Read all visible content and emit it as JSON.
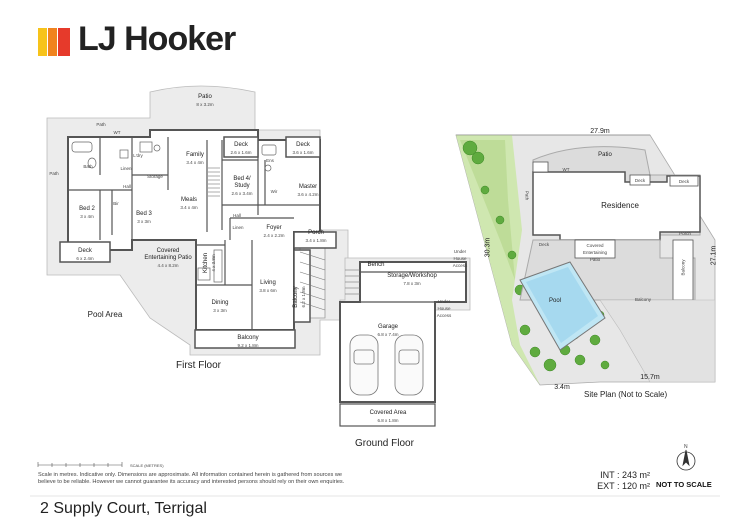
{
  "brand": {
    "name": "LJ Hooker",
    "colors": [
      "#f7c31a",
      "#f0831e",
      "#e63a2b",
      "#222222"
    ]
  },
  "property": {
    "address": "2 Supply Court, Terrigal"
  },
  "floors": {
    "first_floor": {
      "title": "First Floor",
      "rooms": [
        {
          "key": "patio",
          "name": "Patio",
          "dims": "8 x 3.2m"
        },
        {
          "key": "path_top",
          "name": "Path",
          "dims": ""
        },
        {
          "key": "wt",
          "name": "WT",
          "dims": ""
        },
        {
          "key": "family",
          "name": "Family",
          "dims": "3.4 x 4m"
        },
        {
          "key": "deck1",
          "name": "Deck",
          "dims": "2.6 x 1.6m"
        },
        {
          "key": "deck2",
          "name": "Deck",
          "dims": "3.6 x 1.6m"
        },
        {
          "key": "ens",
          "name": "Ens",
          "dims": ""
        },
        {
          "key": "wir",
          "name": "Wir",
          "dims": ""
        },
        {
          "key": "master",
          "name": "Master",
          "dims": "3.6 x 4.2m"
        },
        {
          "key": "bed4",
          "name": "Bed 4/ Study",
          "dims": "2.6 x 3.4m"
        },
        {
          "key": "meals",
          "name": "Meals",
          "dims": "3.4 x 4m"
        },
        {
          "key": "bath",
          "name": "Bath",
          "dims": ""
        },
        {
          "key": "ldry",
          "name": "L'dry",
          "dims": ""
        },
        {
          "key": "storage",
          "name": "Storage",
          "dims": ""
        },
        {
          "key": "linen",
          "name": "Linen",
          "dims": ""
        },
        {
          "key": "hall1",
          "name": "Hall",
          "dims": ""
        },
        {
          "key": "hall2",
          "name": "Hall",
          "dims": ""
        },
        {
          "key": "bed2",
          "name": "Bed 2",
          "dims": "3 x 4m"
        },
        {
          "key": "bed3",
          "name": "Bed 3",
          "dims": "3 x 3m"
        },
        {
          "key": "bir",
          "name": "Bir",
          "dims": ""
        },
        {
          "key": "path_side",
          "name": "Path",
          "dims": ""
        },
        {
          "key": "deck3",
          "name": "Deck",
          "dims": "6 x 2.4m"
        },
        {
          "key": "covered_patio",
          "name": "Covered Entertaining Patio",
          "dims": "4.4 x 8.2m"
        },
        {
          "key": "linen2",
          "name": "Linen",
          "dims": ""
        },
        {
          "key": "foyer",
          "name": "Foyer",
          "dims": "2.4 x 2.2m"
        },
        {
          "key": "porch",
          "name": "Porch",
          "dims": "3.4 x 1.8m"
        },
        {
          "key": "kitchen",
          "name": "Kitchen",
          "dims": "4 x 3.8m"
        },
        {
          "key": "living",
          "name": "Living",
          "dims": "3.8 x 6m"
        },
        {
          "key": "dining",
          "name": "Dining",
          "dims": "3 x 3m"
        },
        {
          "key": "balcony_side",
          "name": "Balcony",
          "dims": "6.2 x 1.8m"
        },
        {
          "key": "balcony",
          "name": "Balcony",
          "dims": "9.2 x 1.8m"
        },
        {
          "key": "pool_area",
          "name": "Pool Area",
          "dims": ""
        }
      ]
    },
    "ground_floor": {
      "title": "Ground Floor",
      "rooms": [
        {
          "key": "bench",
          "name": "Bench",
          "dims": ""
        },
        {
          "key": "storage_workshop",
          "name": "Storage/Workshop",
          "dims": "7.8 x 3m"
        },
        {
          "key": "underhouse1",
          "name": "Under House Access",
          "dims": ""
        },
        {
          "key": "underhouse2",
          "name": "Under House Access",
          "dims": ""
        },
        {
          "key": "garage",
          "name": "Garage",
          "dims": "6.8 x 7.4m"
        },
        {
          "key": "covered_area",
          "name": "Covered Area",
          "dims": "6.8 x 1.8m"
        }
      ]
    }
  },
  "site_plan": {
    "title": "Site Plan (Not to Scale)",
    "dimensions": {
      "top": "27.9m",
      "left": "30.3m",
      "right": "27.1m",
      "bottom": "15.7m",
      "bottom_left": "3.4m"
    },
    "labels": {
      "residence": "Residence",
      "patio": "Patio",
      "deck_a": "Deck",
      "deck_b": "Deck",
      "deck_c": "Deck",
      "path": "Path",
      "porch": "Porch",
      "pool": "Pool",
      "balcony_bottom": "Balcony",
      "balcony_side": "Balcony",
      "covered_patio": "Covered Entertaining Patio",
      "wt": "WT"
    }
  },
  "scale_note": "Scale in metres. Indicative only. Dimensions are approximate. All information contained herein is gathered from sources we believe to be reliable. However we cannot guarantee its accuracy and interested persons should rely on their own enquiries.",
  "scale_bar_label": "SCALE (METRES)",
  "areas": {
    "internal": "INT : 243 m²",
    "external": "EXT : 120 m²"
  },
  "north": {
    "label": "N",
    "note": "NOT TO SCALE"
  }
}
